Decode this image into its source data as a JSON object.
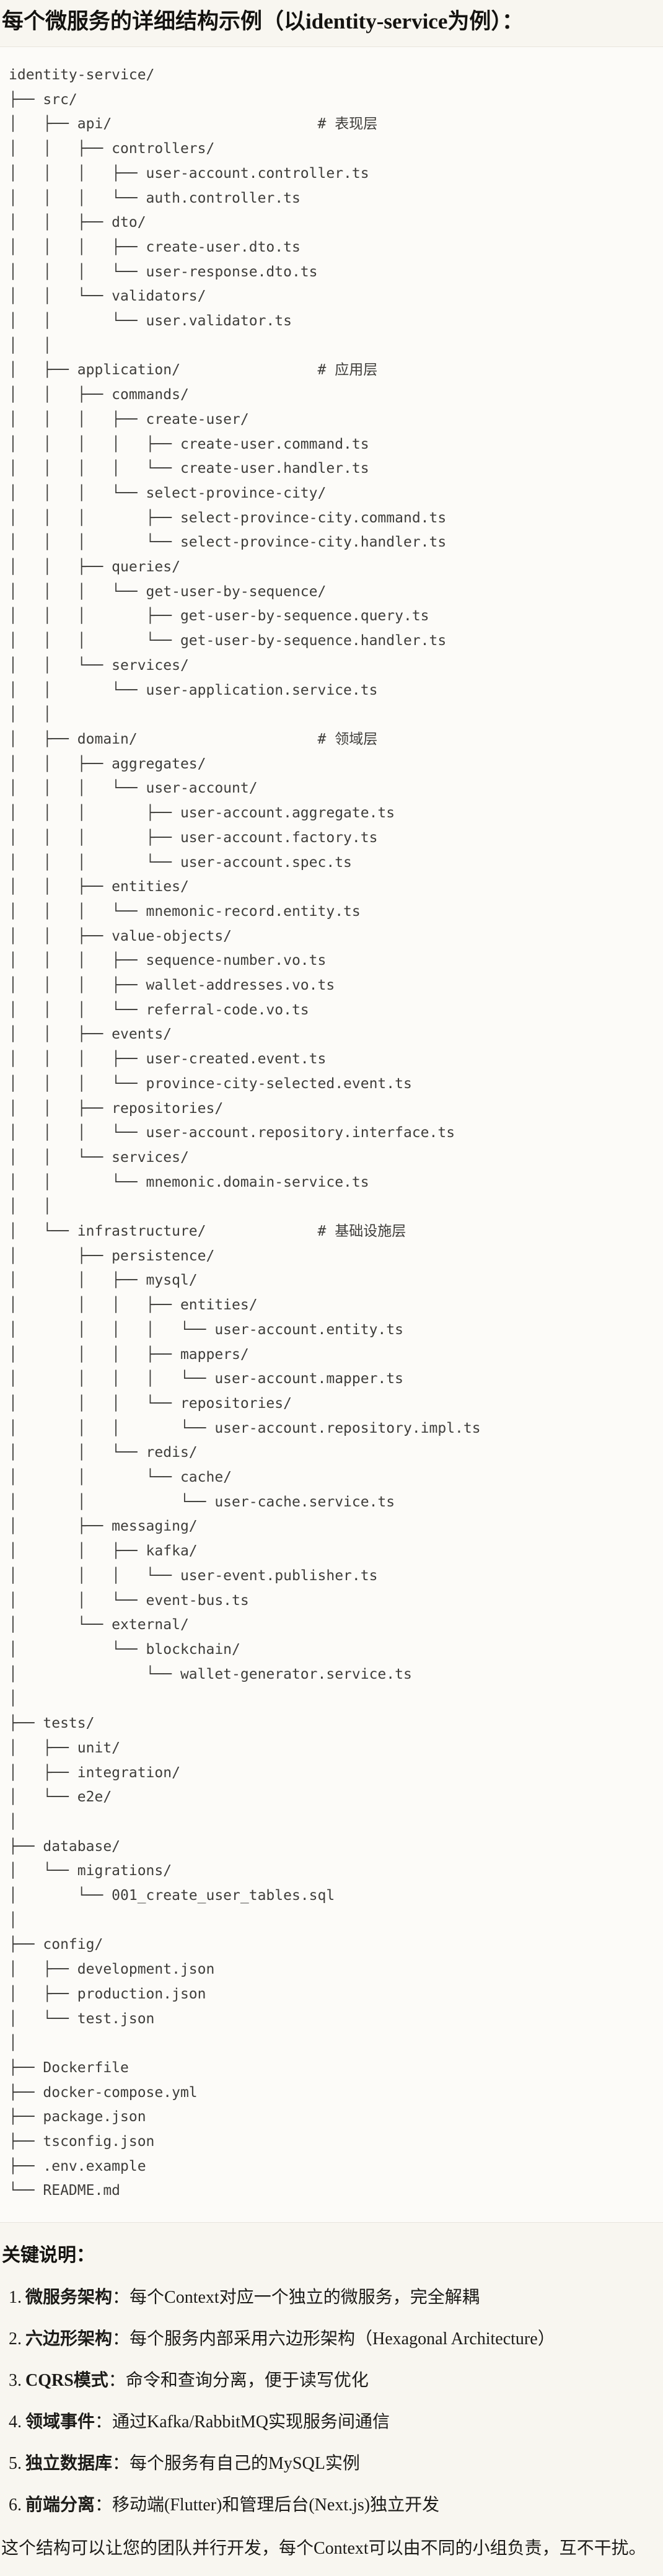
{
  "page": {
    "title": "每个微服务的详细结构示例（以identity-service为例）：",
    "section_heading": "关键说明："
  },
  "colors": {
    "page_background": "#f8f6f0",
    "code_background": "#fcfbf8",
    "code_border": "#e8e5dd",
    "code_text": "#3e3d3a",
    "body_text": "#141310"
  },
  "tree": {
    "lines": [
      "identity-service/",
      "├── src/",
      "│   ├── api/                        # 表现层",
      "│   │   ├── controllers/",
      "│   │   │   ├── user-account.controller.ts",
      "│   │   │   └── auth.controller.ts",
      "│   │   ├── dto/",
      "│   │   │   ├── create-user.dto.ts",
      "│   │   │   └── user-response.dto.ts",
      "│   │   └── validators/",
      "│   │       └── user.validator.ts",
      "│   │",
      "│   ├── application/                # 应用层",
      "│   │   ├── commands/",
      "│   │   │   ├── create-user/",
      "│   │   │   │   ├── create-user.command.ts",
      "│   │   │   │   └── create-user.handler.ts",
      "│   │   │   └── select-province-city/",
      "│   │   │       ├── select-province-city.command.ts",
      "│   │   │       └── select-province-city.handler.ts",
      "│   │   ├── queries/",
      "│   │   │   └── get-user-by-sequence/",
      "│   │   │       ├── get-user-by-sequence.query.ts",
      "│   │   │       └── get-user-by-sequence.handler.ts",
      "│   │   └── services/",
      "│   │       └── user-application.service.ts",
      "│   │",
      "│   ├── domain/                     # 领域层",
      "│   │   ├── aggregates/",
      "│   │   │   └── user-account/",
      "│   │   │       ├── user-account.aggregate.ts",
      "│   │   │       ├── user-account.factory.ts",
      "│   │   │       └── user-account.spec.ts",
      "│   │   ├── entities/",
      "│   │   │   └── mnemonic-record.entity.ts",
      "│   │   ├── value-objects/",
      "│   │   │   ├── sequence-number.vo.ts",
      "│   │   │   ├── wallet-addresses.vo.ts",
      "│   │   │   └── referral-code.vo.ts",
      "│   │   ├── events/",
      "│   │   │   ├── user-created.event.ts",
      "│   │   │   └── province-city-selected.event.ts",
      "│   │   ├── repositories/",
      "│   │   │   └── user-account.repository.interface.ts",
      "│   │   └── services/",
      "│   │       └── mnemonic.domain-service.ts",
      "│   │",
      "│   └── infrastructure/             # 基础设施层",
      "│       ├── persistence/",
      "│       │   ├── mysql/",
      "│       │   │   ├── entities/",
      "│       │   │   │   └── user-account.entity.ts",
      "│       │   │   ├── mappers/",
      "│       │   │   │   └── user-account.mapper.ts",
      "│       │   │   └── repositories/",
      "│       │   │       └── user-account.repository.impl.ts",
      "│       │   └── redis/",
      "│       │       └── cache/",
      "│       │           └── user-cache.service.ts",
      "│       ├── messaging/",
      "│       │   ├── kafka/",
      "│       │   │   └── user-event.publisher.ts",
      "│       │   └── event-bus.ts",
      "│       └── external/",
      "│           └── blockchain/",
      "│               └── wallet-generator.service.ts",
      "│",
      "├── tests/",
      "│   ├── unit/",
      "│   ├── integration/",
      "│   └── e2e/",
      "│",
      "├── database/",
      "│   └── migrations/",
      "│       └── 001_create_user_tables.sql",
      "│",
      "├── config/",
      "│   ├── development.json",
      "│   ├── production.json",
      "│   └── test.json",
      "│",
      "├── Dockerfile",
      "├── docker-compose.yml",
      "├── package.json",
      "├── tsconfig.json",
      "├── .env.example",
      "└── README.md"
    ]
  },
  "notes": {
    "items": [
      {
        "num": "1.",
        "label": "微服务架构",
        "sep": "：",
        "text": "每个Context对应一个独立的微服务，完全解耦"
      },
      {
        "num": "2.",
        "label": "六边形架构",
        "sep": "：",
        "text": "每个服务内部采用六边形架构（Hexagonal Architecture）"
      },
      {
        "num": "3.",
        "label": "CQRS模式",
        "sep": "：",
        "text": "命令和查询分离，便于读写优化"
      },
      {
        "num": "4.",
        "label": "领域事件",
        "sep": "：",
        "text": "通过Kafka/RabbitMQ实现服务间通信"
      },
      {
        "num": "5.",
        "label": "独立数据库",
        "sep": "：",
        "text": "每个服务有自己的MySQL实例"
      },
      {
        "num": "6.",
        "label": "前端分离",
        "sep": "：",
        "text": "移动端(Flutter)和管理后台(Next.js)独立开发"
      }
    ],
    "closing": "这个结构可以让您的团队并行开发，每个Context可以由不同的小组负责，互不干扰。"
  }
}
